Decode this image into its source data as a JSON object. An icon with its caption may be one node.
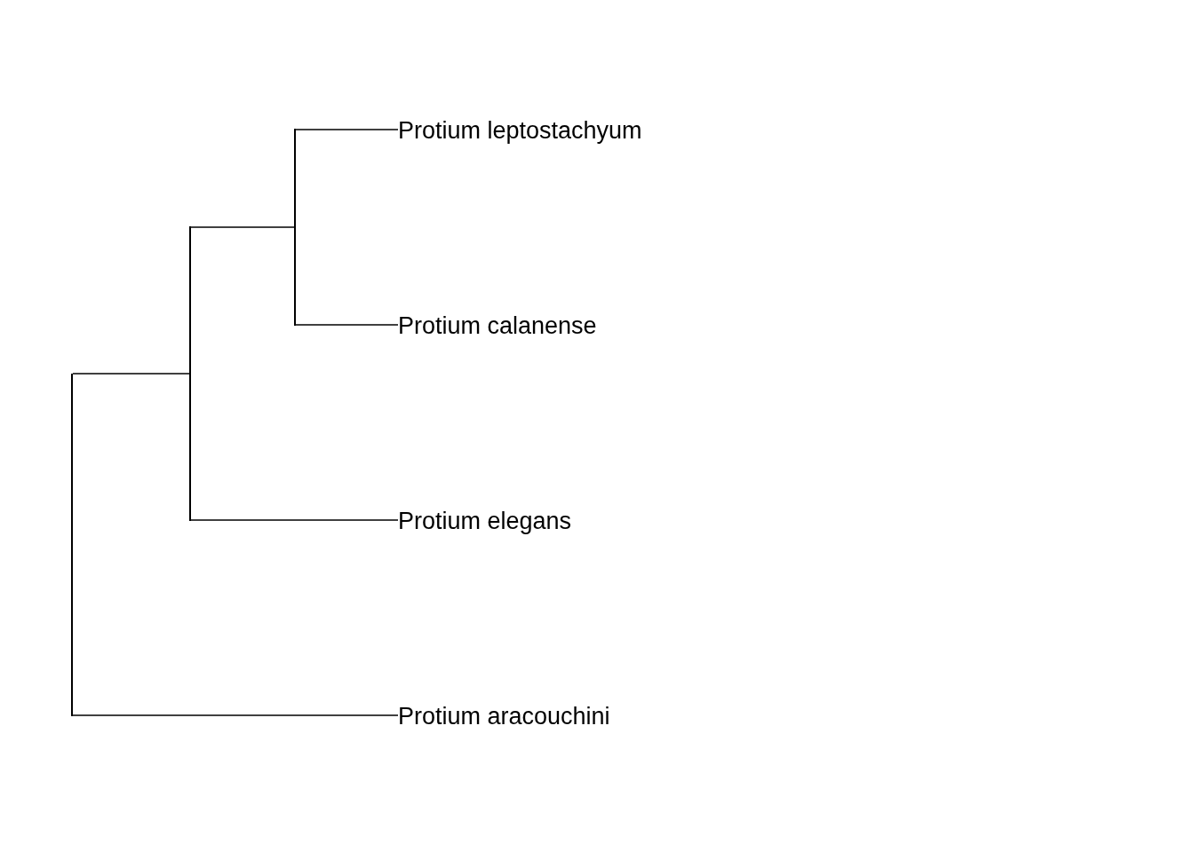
{
  "diagram": {
    "nodes": [
      {
        "text": [
          "Protium leptostachyum"
        ]
      },
      {
        "text": [
          "Protium calanense"
        ]
      },
      {
        "text": [
          "Protium elegans"
        ]
      },
      {
        "text": [
          "Protium aracouchini"
        ]
      },
      {
        "text": [],
        "shape": "line"
      },
      {
        "text": [],
        "shape": "line"
      },
      {
        "text": [],
        "shape": "line"
      }
    ],
    "edges": [
      {
        "from": 4,
        "to": 5,
        "arrow": "none"
      },
      {
        "from": 4,
        "to": 3,
        "arrow": "none"
      },
      {
        "from": 5,
        "to": 6,
        "arrow": "none"
      },
      {
        "from": 5,
        "to": 2,
        "arrow": "none"
      },
      {
        "from": 6,
        "to": 0,
        "arrow": "none"
      },
      {
        "from": 6,
        "to": 1,
        "arrow": "none"
      }
    ]
  }
}
